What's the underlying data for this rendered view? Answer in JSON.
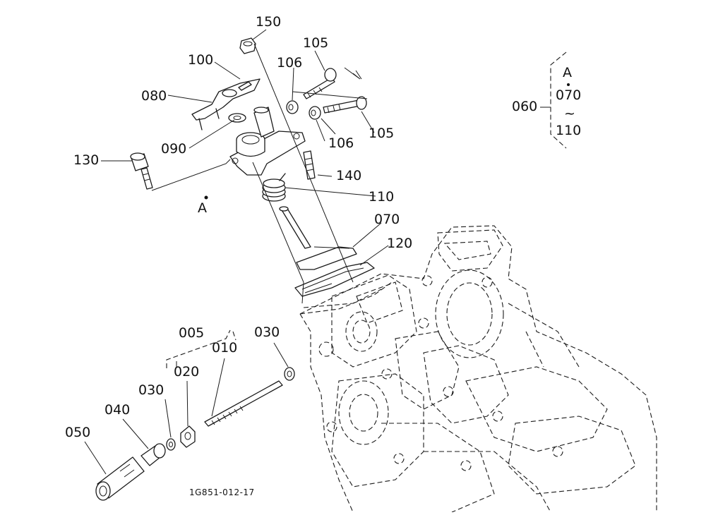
{
  "parts": {
    "p150": "150",
    "p100": "100",
    "p105a": "105",
    "p106a": "106",
    "p080": "080",
    "p090": "090",
    "p106b": "106",
    "p105b": "105",
    "p130": "130",
    "p140": "140",
    "p110": "110",
    "p070": "070",
    "p120": "120",
    "p005": "005",
    "p010": "010",
    "p030a": "030",
    "p020": "020",
    "p030b": "030",
    "p040": "040",
    "p050": "050"
  },
  "ref_mark": "A",
  "legend": {
    "group": "060",
    "mark": "A",
    "from": "070",
    "tilde": "~",
    "to": "110"
  },
  "drawing_code": "1G851-012-17"
}
